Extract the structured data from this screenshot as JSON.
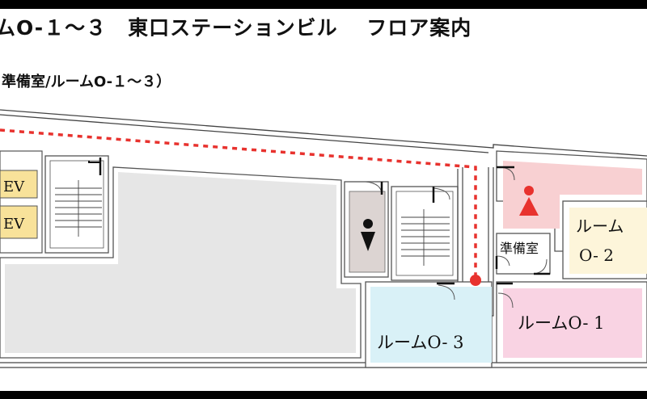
{
  "header": {
    "title": "ムO-１～３　東口ステーションビル　 フロア案内",
    "subtitle": "準備室/ルームO-１～３）"
  },
  "rooms": {
    "ev_upper": "EV",
    "ev_lower": "EV",
    "prep_room": "準備室",
    "room_o2_line1": "ルーム",
    "room_o2_line2": "O- 2",
    "room_o1": "ルームO- 1",
    "room_o3": "ルームO- 3"
  },
  "icons": {
    "women_restroom": "female-person-icon",
    "men_restroom": "male-person-icon",
    "destination": "red-dot-marker"
  },
  "colors": {
    "route": "#e8322e",
    "women_restroom_bg": "#f8d0d2",
    "women_icon": "#e8322e",
    "men_restroom_bg": "#dcd4d2",
    "room_o2_bg": "#fdf5da",
    "room_o1_bg": "#f9d3e3",
    "room_o3_bg": "#d9f1f7",
    "ev_bg": "#f8e29a",
    "building_gray": "#e6e6e6"
  }
}
